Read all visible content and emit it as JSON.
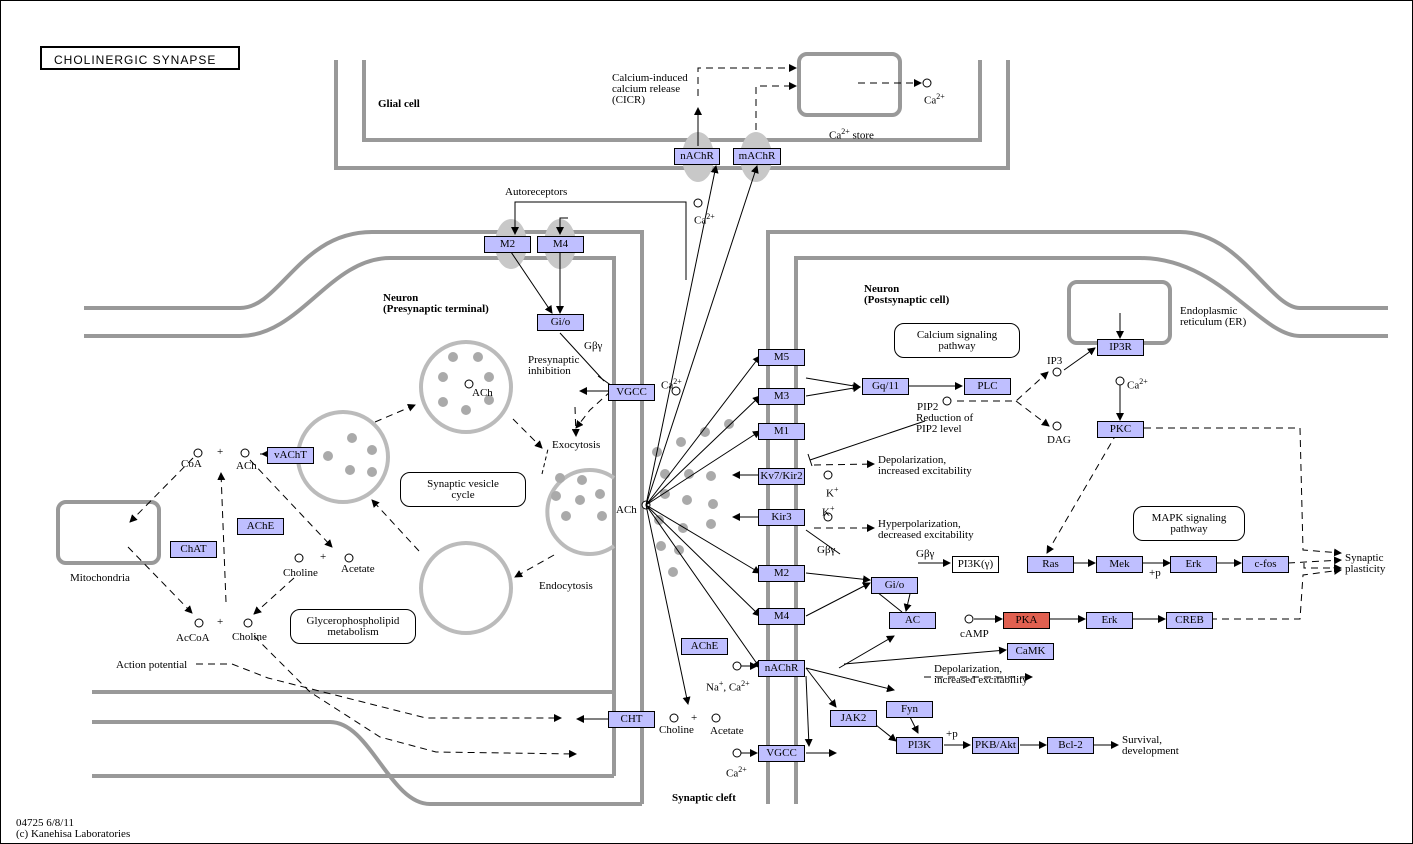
{
  "title": "CHOLINERGIC SYNAPSE",
  "footer": {
    "id_date": "04725 6/8/11",
    "copyright": "(c) Kanehisa Laboratories"
  },
  "colors": {
    "gene": "#bfbfff",
    "highlight": "#e06050",
    "membrane": "#999999",
    "vesicle": "#bbbbbb"
  },
  "compartments": {
    "glial": "Glial cell",
    "pre_title": "Neuron",
    "pre_sub": "(Presynaptic terminal)",
    "post_title": "Neuron",
    "post_sub": "(Postsynaptic cell)",
    "cleft": "Synaptic cleft",
    "ca_store": "Ca",
    "ca_store_sup": "2+",
    "ca_store_word": "store",
    "er1": "Endoplasmic",
    "er2": "reticulum (ER)",
    "mito": "Mitochondria"
  },
  "genes": {
    "nachr_glial": "nAChR",
    "machr": "mAChR",
    "m2_pre": "M2",
    "m4_pre": "M4",
    "gio_pre": "Gi/o",
    "vgcc_pre": "VGCC",
    "vacht": "vAChT",
    "chat": "ChAT",
    "ache_left": "AChE",
    "ache_cleft": "AChE",
    "cht": "CHT",
    "m5": "M5",
    "m3": "M3",
    "m1": "M1",
    "kv7": "Kv7/Kir2",
    "kir3": "Kir3",
    "m2_post": "M2",
    "m4_post": "M4",
    "nachr_post": "nAChR",
    "vgcc_post": "VGCC",
    "gq11": "Gq/11",
    "plc": "PLC",
    "ip3r": "IP3R",
    "pkc": "PKC",
    "gio_post": "Gi/o",
    "pi3k_gamma": "PI3K(γ)",
    "ras": "Ras",
    "mek": "Mek",
    "erk1": "Erk",
    "cfos": "c-fos",
    "ac": "AC",
    "pka": "PKA",
    "erk2": "Erk",
    "creb": "CREB",
    "camk": "CaMK",
    "jak2": "JAK2",
    "fyn": "Fyn",
    "pi3k": "PI3K",
    "pkb": "PKB/Akt",
    "bcl2": "Bcl-2"
  },
  "maps": {
    "calcium": [
      "Calcium signaling",
      "pathway"
    ],
    "vesicle": [
      "Synaptic vesicle",
      "cycle"
    ],
    "glycero": [
      "Glycerophospholipid",
      "metabolism"
    ],
    "mapk": [
      "MAPK signaling",
      "pathway"
    ]
  },
  "labels": {
    "cicr1": "Calcium-induced",
    "cicr2": "calcium release",
    "cicr3": "(CICR)",
    "autoreceptors": "Autoreceptors",
    "gby_pre": "Gβγ",
    "pres_inhib1": "Presynaptic",
    "pres_inhib2": "inhibition",
    "exocytosis": "Exocytosis",
    "endocytosis": "Endocytosis",
    "ach_vesicle": "ACh",
    "ach_cleft": "ACh",
    "ach_pre": "ACh",
    "coa": "CoA",
    "acoa": "AcCoA",
    "choline1": "Choline",
    "acetate1": "Acetate",
    "choline2": "Choline",
    "choline3": "Choline",
    "acetate2": "Acetate",
    "action_potential": "Action potential",
    "ca": "Ca",
    "sup2": "2+",
    "k": "K",
    "supplus": "+",
    "na": "Na",
    "ip3": "IP3",
    "pip2": "PIP2",
    "dag": "DAG",
    "camp": "cAMP",
    "reduction1": "Reduction of",
    "reduction2": "PIP2 level",
    "depol1a": "Depolarization,",
    "depol1b": "increased excitability",
    "hyper1": "Hyperpolarization,",
    "hyper2": "decreased excitability",
    "depol2a": "Depolarization,",
    "depol2b": "increased excitability",
    "gby_post": "Gβγ",
    "gby_post2": "Gβγ",
    "plus_p1": "+p",
    "plus_p2": "+p",
    "plasticity1": "Synaptic",
    "plasticity2": "plasticity",
    "survival1": "Survival,",
    "survival2": "development",
    "plus": "+"
  }
}
